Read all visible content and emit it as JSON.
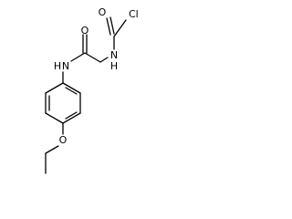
{
  "molecule": {
    "atoms": {
      "chlorine": "Cl",
      "carbonyl_oxygen_top": "O",
      "amide_oxygen": "O",
      "nh_right": "N",
      "h_right": "H",
      "nh_left": "N",
      "h_left": "H",
      "ether_oxygen": "O"
    }
  },
  "colors": {
    "bond": "#000000",
    "label": "#000000",
    "background": "#ffffff"
  }
}
